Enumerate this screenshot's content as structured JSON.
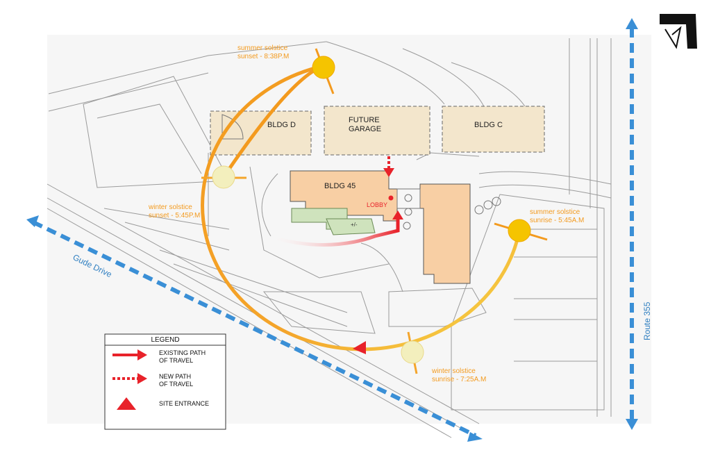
{
  "buildings": {
    "bldg_d": "BLDG D",
    "future_garage_line1": "FUTURE",
    "future_garage_line2": "GARAGE",
    "bldg_c": "BLDG C",
    "bldg_45": "BLDG 45",
    "lobby": "LOBBY",
    "plus_minus": "+/-"
  },
  "sun_labels": {
    "summer_sunset_1": "summer solstice",
    "summer_sunset_2": "sunset - 8:38P.M",
    "winter_sunset_1": "winter solstice",
    "winter_sunset_2": "sunset - 5:45P.M",
    "summer_sunrise_1": "summer solstice",
    "summer_sunrise_2": "sunrise - 5:45A.M",
    "winter_sunrise_1": "winter solstice",
    "winter_sunrise_2": "sunrise - 7:25A.M"
  },
  "roads": {
    "gude_drive": "Gude Drive",
    "route_355": "Route 355"
  },
  "legend": {
    "title": "LEGEND",
    "existing_1": "EXISTING PATH",
    "existing_2": "OF TRAVEL",
    "new_1": "NEW PATH",
    "new_2": "OF TRAVEL",
    "site_entrance": "SITE ENTRANCE"
  },
  "colors": {
    "building_existing": "#f8cfa4",
    "building_future": "#f3e6cc",
    "sun_path_warm": "#f39a1e",
    "sun_path_light": "#f7e27a",
    "sun_yellow": "#f5c400",
    "sun_pale": "#f3efbd",
    "path_red": "#e8222a",
    "road_blue": "#3a8fd6",
    "sun_label": "#f39a1e"
  }
}
